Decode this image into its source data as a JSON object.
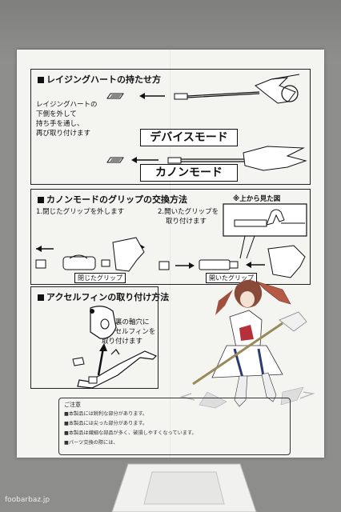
{
  "section1": {
    "title": "レイジングハートの持たせ方",
    "instruction": [
      "レイジングハートの",
      "下側を外して",
      "持ち手を通し、",
      "再び取り付けます"
    ],
    "device_mode": "デバイスモード",
    "cannon_mode": "カノンモード"
  },
  "section2": {
    "title": "カノンモードのグリップの交換方法",
    "step1": "1.閉じたグリップを外します",
    "step2": [
      "2.開いたグリップを",
      "取り付けます"
    ],
    "view_from_top": "※上から見た図",
    "closed_grip": "閉じたグリップ",
    "open_grip": "開いたグリップ"
  },
  "section3": {
    "title": "アクセルフィンの取り付け方法",
    "instruction": [
      "足の裏の軸穴に",
      "アクセルフィンを",
      "取り付けます"
    ]
  },
  "notice": {
    "title": "ご注意",
    "lines": [
      "■本製品には鋭利な部分があります。",
      "■本製品には尖った部分があります。",
      "■本製品は繊細な部品が多く、破損しやすくなっています。",
      "■パーツ交換の際には、"
    ]
  },
  "watermark": "foobarbaz.jp"
}
